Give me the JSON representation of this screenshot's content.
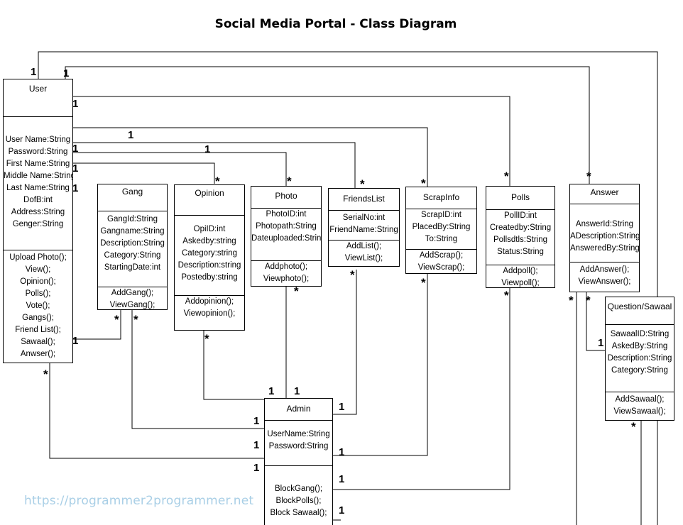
{
  "title": "Social Media Portal - Class Diagram",
  "watermark": "https://programmer2programmer.net",
  "classes": {
    "user": {
      "name": "User",
      "attributes": [
        "User Name:String",
        "Password:String",
        "First Name:String",
        "Middle Name:String",
        "Last Name:String",
        "DofB:int",
        "Address:String",
        "Genger:String"
      ],
      "methods": [
        "Upload Photo();",
        "View();",
        "Opinion();",
        "Polls();",
        "Vote();",
        "Gangs();",
        "Friend List();",
        "Sawaal();",
        "Anwser();"
      ]
    },
    "gang": {
      "name": "Gang",
      "attributes": [
        "GangId:String",
        "Gangname:String",
        "Description:String",
        "Category:String",
        "StartingDate:int"
      ],
      "methods": [
        "AddGang();",
        "ViewGang();"
      ]
    },
    "opinion": {
      "name": "Opinion",
      "attributes": [
        "OpiID:int",
        "Askedby:string",
        "Category:string",
        "Description:string",
        "Postedby:string"
      ],
      "methods": [
        "Addopinion();",
        "Viewopinion();"
      ]
    },
    "photo": {
      "name": "Photo",
      "attributes": [
        "PhotoID:int",
        "Photopath:String",
        "Dateuploaded:String"
      ],
      "methods": [
        "Addphoto();",
        "Viewphoto();"
      ]
    },
    "friendslist": {
      "name": "FriendsList",
      "attributes": [
        "SerialNo:int",
        "FriendName:String"
      ],
      "methods": [
        "AddList();",
        "ViewList();"
      ]
    },
    "scrapinfo": {
      "name": "ScrapInfo",
      "attributes": [
        "ScrapID:int",
        "PlacedBy:String",
        "To:String"
      ],
      "methods": [
        "AddScrap();",
        "ViewScrap();"
      ]
    },
    "polls": {
      "name": "Polls",
      "attributes": [
        "PollID:int",
        "Createdby:String",
        "Pollsdtls:String",
        "Status:String"
      ],
      "methods": [
        "Addpoll();",
        "Viewpoll();"
      ]
    },
    "answer": {
      "name": "Answer",
      "attributes": [
        "AnswerId:String",
        "ADescription:String",
        "AnsweredBy:String"
      ],
      "methods": [
        "AddAnswer();",
        "ViewAnswer();"
      ]
    },
    "question": {
      "name": "Question/Sawaal",
      "attributes": [
        "SawaalID:String",
        "AskedBy:String",
        "Description:String",
        "Category:String"
      ],
      "methods": [
        "AddSawaal();",
        "ViewSawaal();"
      ]
    },
    "admin": {
      "name": "Admin",
      "attributes": [
        "UserName:String",
        "Password:String"
      ],
      "methods": [
        "BlockGang();",
        "BlockPolls();",
        "Block Sawaal();"
      ]
    }
  },
  "multiplicities": {
    "one": "1",
    "many": "*"
  }
}
